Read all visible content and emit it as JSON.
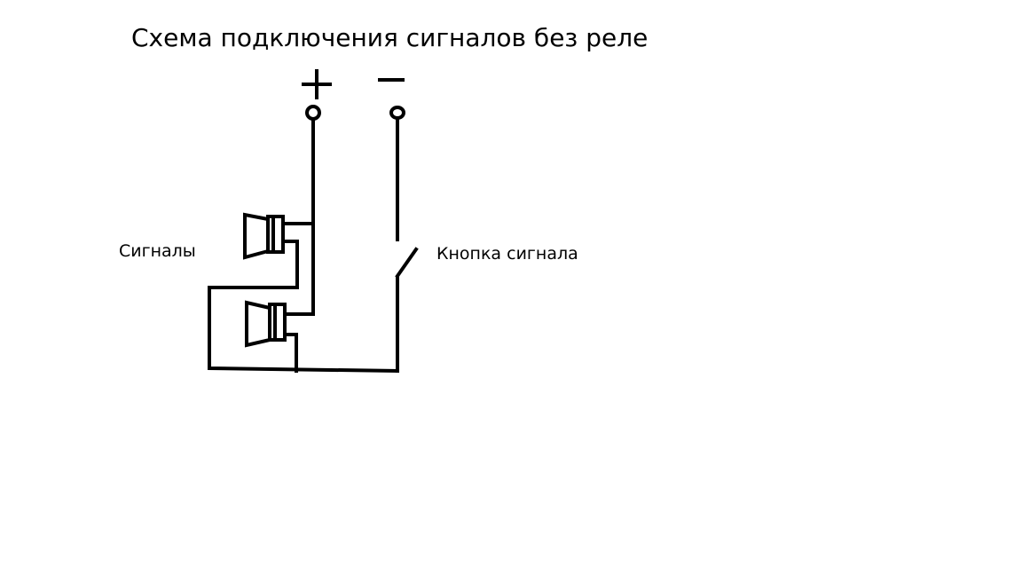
{
  "diagram": {
    "title": "Схема подключения сигналов без реле",
    "terminals": {
      "positive": "+",
      "negative": "−"
    },
    "labels": {
      "horns": "Сигналы",
      "button": "Кнопка сигнала"
    },
    "colors": {
      "ink": "#000000",
      "background": "#ffffff"
    }
  }
}
